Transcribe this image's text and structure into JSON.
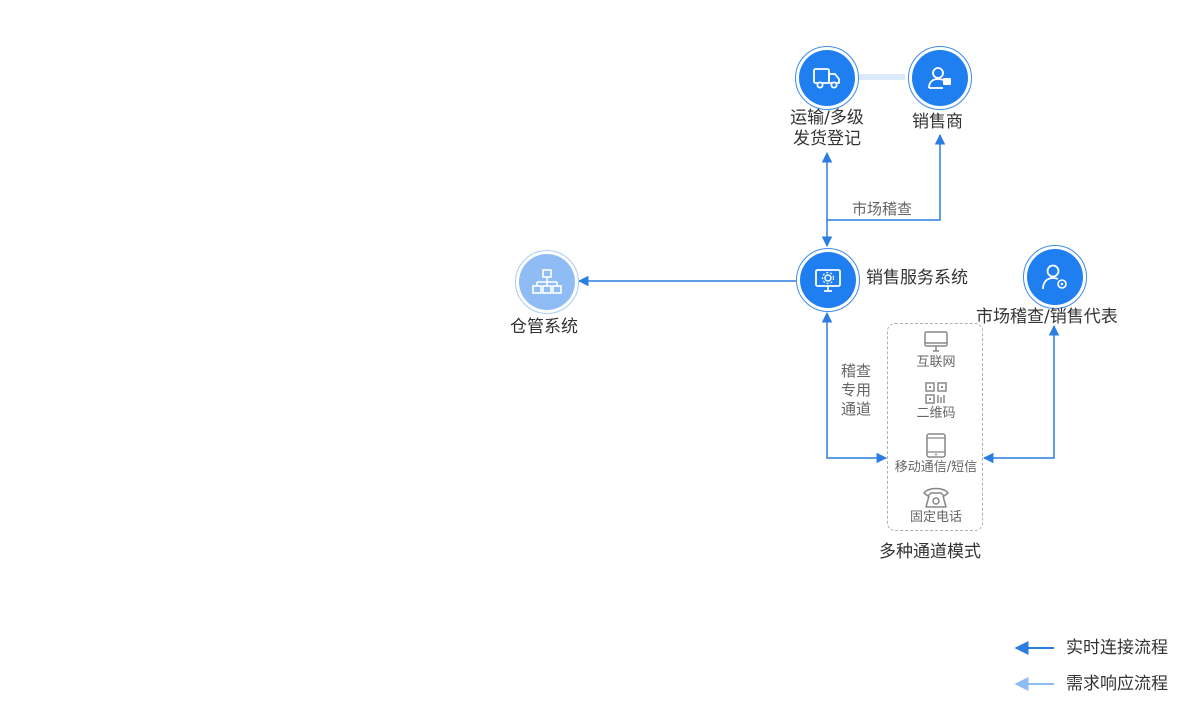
{
  "nodes": {
    "transport": {
      "label_line1": "运输/多级",
      "label_line2": "发货登记",
      "icon": "truck-icon"
    },
    "dealer": {
      "label": "销售商",
      "icon": "person-card-icon"
    },
    "sales_system": {
      "label": "销售服务系统",
      "icon": "monitor-gear-icon"
    },
    "warehouse": {
      "label": "仓管系统",
      "icon": "org-chart-icon"
    },
    "rep": {
      "label": "市场稽查/销售代表",
      "icon": "user-gear-icon"
    }
  },
  "edge_labels": {
    "market_audit": "市场稽查",
    "audit_channel": [
      "稽查",
      "专用",
      "通道"
    ]
  },
  "channels": {
    "title": "多种通道模式",
    "items": [
      {
        "label": "互联网",
        "icon": "desktop-icon"
      },
      {
        "label": "二维码",
        "icon": "qr-code-icon"
      },
      {
        "label": "移动通信/短信",
        "icon": "tablet-icon"
      },
      {
        "label": "固定电话",
        "icon": "telephone-icon"
      }
    ]
  },
  "legend": [
    {
      "label": "实时连接流程",
      "color": "#2a7de1"
    },
    {
      "label": "需求响应流程",
      "color": "#8fbcf4"
    }
  ],
  "colors": {
    "primary": "#1f7ff0",
    "light": "#8fbcf4",
    "line": "#2a7de1"
  }
}
